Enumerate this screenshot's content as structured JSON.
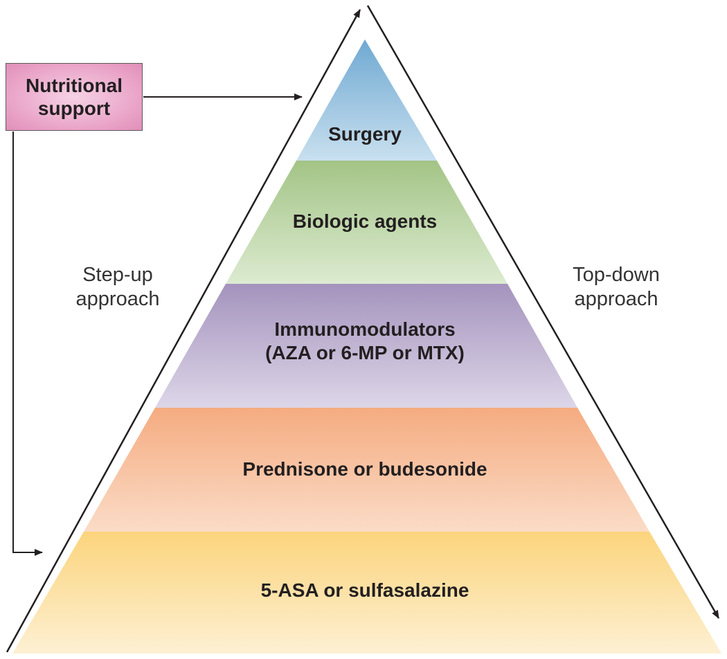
{
  "nutritional_support": {
    "line1": "Nutritional",
    "line2": "support"
  },
  "tiers": [
    {
      "label": "Surgery",
      "color_top": "#6fa9d2",
      "color_bottom": "#c9e0ef"
    },
    {
      "label": "Biologic agents",
      "color_top": "#a3c486",
      "color_bottom": "#dcebd0"
    },
    {
      "label": "Immunomodulators",
      "label2": "(AZA or 6-MP or MTX)",
      "color_top": "#a493bd",
      "color_bottom": "#ddd6e8"
    },
    {
      "label": "Prednisone or budesonide",
      "color_top": "#f5ab80",
      "color_bottom": "#fbdcc7"
    },
    {
      "label": "5-ASA or sulfasalazine",
      "color_top": "#fcd47c",
      "color_bottom": "#fdf0d3"
    }
  ],
  "step_up": {
    "line1": "Step-up",
    "line2": "approach"
  },
  "top_down": {
    "line1": "Top-down",
    "line2": "approach"
  }
}
